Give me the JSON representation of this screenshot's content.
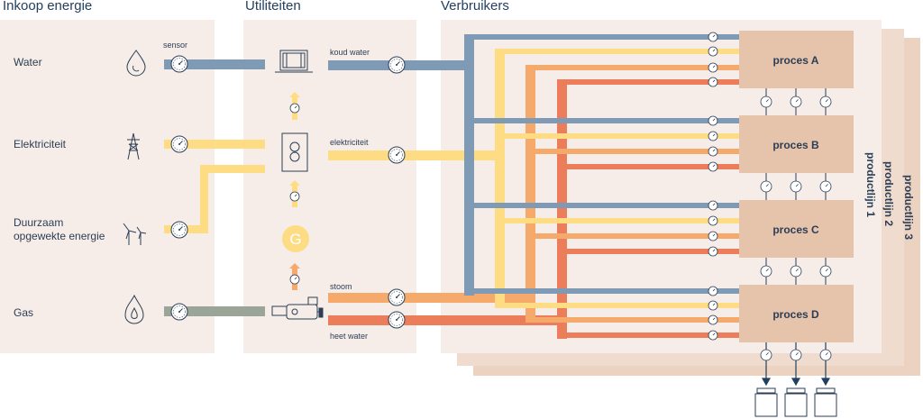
{
  "sections": {
    "inkoop": "Inkoop energie",
    "utiliteiten": "Utiliteiten",
    "verbruikers": "Verbruikers"
  },
  "inkoop_items": [
    "Water",
    "Elektriciteit",
    "Duurzaam",
    "opgewekte energie",
    "Gas"
  ],
  "labels": {
    "sensor": "sensor",
    "koud_water": "koud water",
    "elektriciteit": "elektriciteit",
    "stoom": "stoom",
    "heet_water": "heet water"
  },
  "processes": [
    "proces A",
    "proces B",
    "proces C",
    "proces D"
  ],
  "lines": [
    "productlijn 1",
    "productlijn 2",
    "productlijn 3"
  ],
  "generator_letter": "G",
  "colors": {
    "panel": "#f6ede8",
    "panel_mid": "#f0dccf",
    "panel_back": "#ecd3c1",
    "process": "#e6c3ab",
    "blue": "#7e9ab4",
    "yellow": "#fddc83",
    "light_orange": "#f5aa6c",
    "dark_orange": "#ec7d5a",
    "gray": "#9aa597",
    "text": "#23405f"
  }
}
